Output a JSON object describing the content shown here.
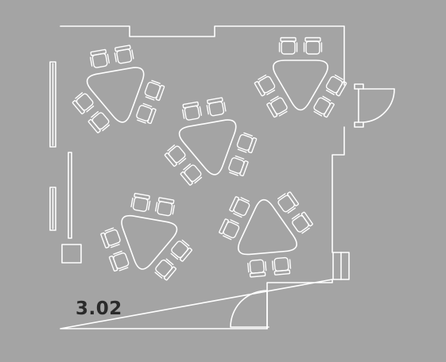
{
  "room": {
    "label": "3.02"
  },
  "colors": {
    "background": "#a4a4a4",
    "line": "#ffffff",
    "text": "#2a2a2a"
  },
  "furniture": {
    "table_shape": "rounded-triangle",
    "table_count": 5,
    "chairs_per_table": 6
  },
  "icons": [
    "door-swing-icon",
    "window-icon",
    "column-icon"
  ]
}
